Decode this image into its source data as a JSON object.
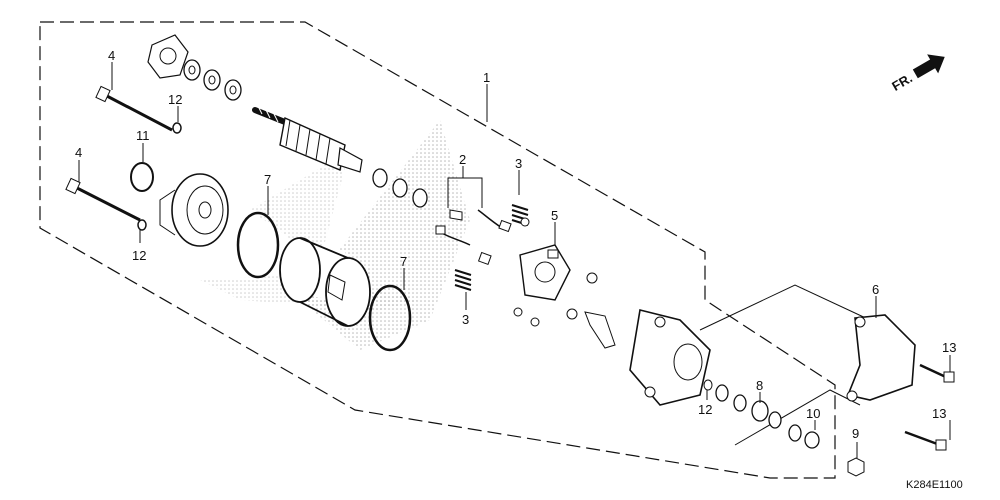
{
  "diagram": {
    "code": "K284E1100",
    "front_marker": "FR.",
    "callouts": [
      {
        "id": "c1",
        "label": "1"
      },
      {
        "id": "c2",
        "label": "2"
      },
      {
        "id": "c3a",
        "label": "3"
      },
      {
        "id": "c3b",
        "label": "3"
      },
      {
        "id": "c4a",
        "label": "4"
      },
      {
        "id": "c4b",
        "label": "4"
      },
      {
        "id": "c5",
        "label": "5"
      },
      {
        "id": "c6",
        "label": "6"
      },
      {
        "id": "c7a",
        "label": "7"
      },
      {
        "id": "c7b",
        "label": "7"
      },
      {
        "id": "c8",
        "label": "8"
      },
      {
        "id": "c9",
        "label": "9"
      },
      {
        "id": "c10",
        "label": "10"
      },
      {
        "id": "c11",
        "label": "11"
      },
      {
        "id": "c12a",
        "label": "12"
      },
      {
        "id": "c12b",
        "label": "12"
      },
      {
        "id": "c12c",
        "label": "12"
      },
      {
        "id": "c13a",
        "label": "13"
      },
      {
        "id": "c13b",
        "label": "13"
      }
    ],
    "colors": {
      "ink": "#111111",
      "stipple": "#9a9a9a",
      "background": "#ffffff"
    }
  }
}
